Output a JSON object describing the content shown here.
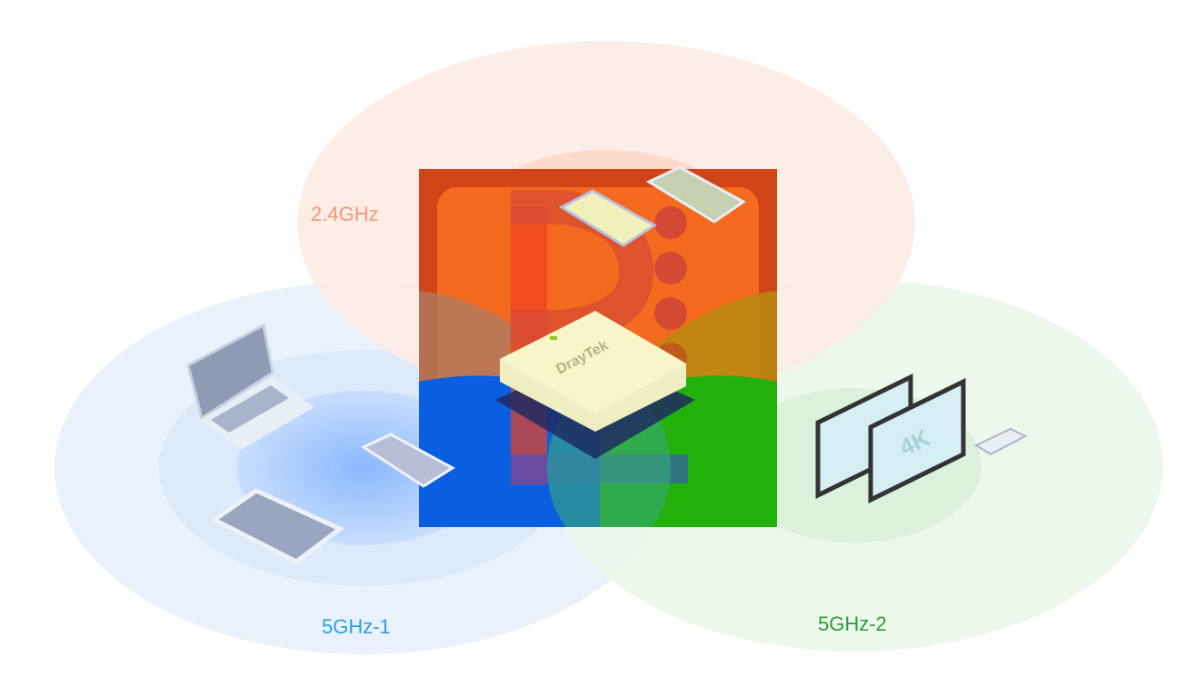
{
  "bands": [
    {
      "label": "2.4GHz",
      "color": "#f4987a"
    },
    {
      "label": "5GHz-1",
      "color": "#2aa0e0"
    },
    {
      "label": "5GHz-2",
      "color": "#2a9e36"
    }
  ],
  "router": {
    "brand": "DrayTek"
  },
  "tv": {
    "badge": "4K"
  },
  "logo_colors": {
    "top": "#f46a1e",
    "bottom_left": "#1062e0",
    "bottom_right": "#22b00a"
  }
}
